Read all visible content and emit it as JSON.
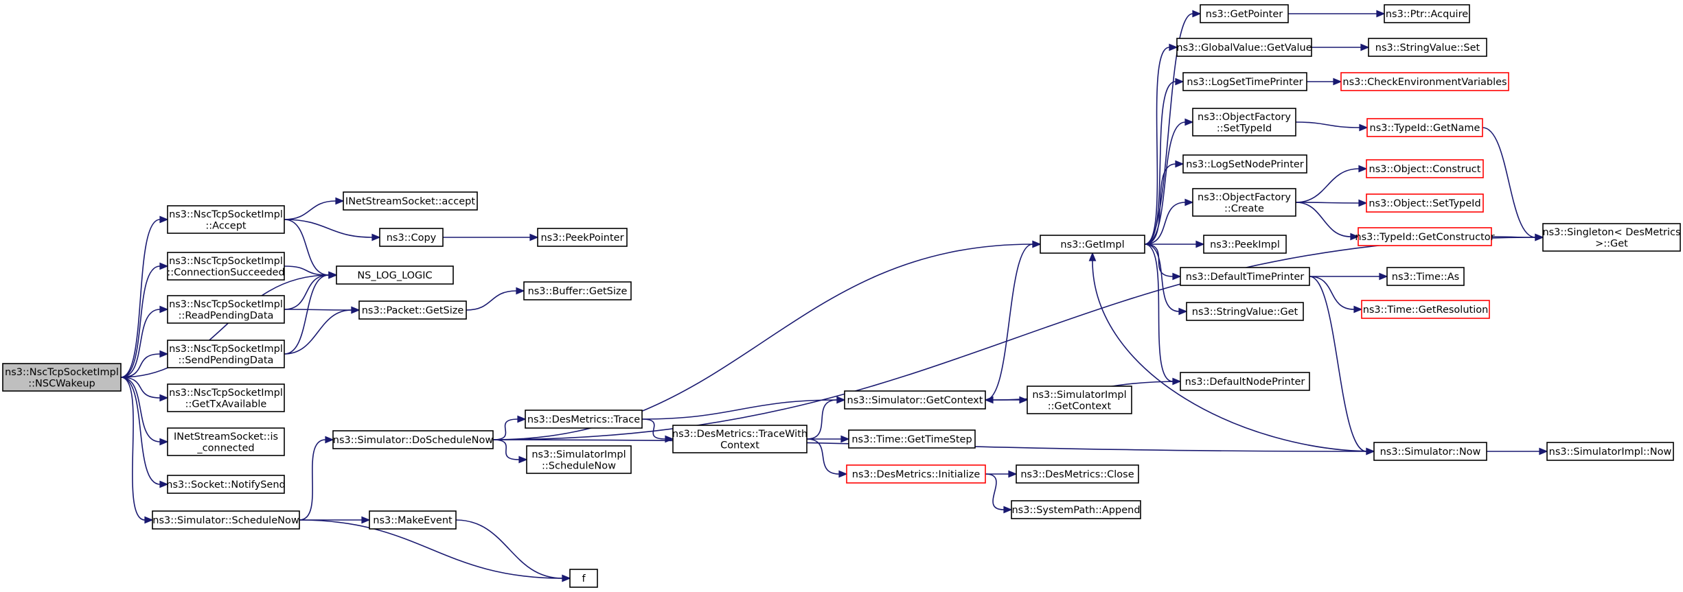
{
  "title": "",
  "colors": {
    "edge": "#191970",
    "root_fill": "#bfbfbf",
    "node_fill": "#ffffff",
    "node_border": "#000000",
    "truncated_border": "#ff0000"
  },
  "nodes": [
    {
      "id": "nsc_wakeup",
      "lines": [
        "ns3::NscTcpSocketImpl",
        "::NSCWakeup"
      ],
      "style": "root"
    },
    {
      "id": "accept",
      "lines": [
        "ns3::NscTcpSocketImpl",
        "::Accept"
      ],
      "style": "normal"
    },
    {
      "id": "conn_succeeded",
      "lines": [
        "ns3::NscTcpSocketImpl",
        "::ConnectionSucceeded"
      ],
      "style": "normal"
    },
    {
      "id": "read_pending",
      "lines": [
        "ns3::NscTcpSocketImpl",
        "::ReadPendingData"
      ],
      "style": "normal"
    },
    {
      "id": "send_pending",
      "lines": [
        "ns3::NscTcpSocketImpl",
        "::SendPendingData"
      ],
      "style": "normal"
    },
    {
      "id": "get_tx_available",
      "lines": [
        "ns3::NscTcpSocketImpl",
        "::GetTxAvailable"
      ],
      "style": "normal"
    },
    {
      "id": "is_connected",
      "lines": [
        "INetStreamSocket::is",
        "_connected"
      ],
      "style": "normal"
    },
    {
      "id": "notify_send",
      "lines": [
        "ns3::Socket::NotifySend"
      ],
      "style": "normal"
    },
    {
      "id": "schedule_now",
      "lines": [
        "ns3::Simulator::ScheduleNow"
      ],
      "style": "normal"
    },
    {
      "id": "inet_accept",
      "lines": [
        "INetStreamSocket::accept"
      ],
      "style": "normal"
    },
    {
      "id": "copy",
      "lines": [
        "ns3::Copy"
      ],
      "style": "normal"
    },
    {
      "id": "peek_pointer",
      "lines": [
        "ns3::PeekPointer"
      ],
      "style": "normal"
    },
    {
      "id": "ns_log_logic",
      "lines": [
        "NS_LOG_LOGIC"
      ],
      "style": "normal"
    },
    {
      "id": "packet_getsize",
      "lines": [
        "ns3::Packet::GetSize"
      ],
      "style": "normal"
    },
    {
      "id": "buffer_getsize",
      "lines": [
        "ns3::Buffer::GetSize"
      ],
      "style": "normal"
    },
    {
      "id": "do_schedule_now",
      "lines": [
        "ns3::Simulator::DoScheduleNow"
      ],
      "style": "normal"
    },
    {
      "id": "make_event",
      "lines": [
        "ns3::MakeEvent"
      ],
      "style": "normal"
    },
    {
      "id": "f",
      "lines": [
        "f"
      ],
      "style": "normal"
    },
    {
      "id": "desm_trace",
      "lines": [
        "ns3::DesMetrics::Trace"
      ],
      "style": "normal"
    },
    {
      "id": "simimpl_schedulenow",
      "lines": [
        "ns3::SimulatorImpl",
        "::ScheduleNow"
      ],
      "style": "normal"
    },
    {
      "id": "desm_tracewith",
      "lines": [
        "ns3::DesMetrics::TraceWith",
        "Context"
      ],
      "style": "normal"
    },
    {
      "id": "sim_getcontext",
      "lines": [
        "ns3::Simulator::GetContext"
      ],
      "style": "normal"
    },
    {
      "id": "time_gettimestep",
      "lines": [
        "ns3::Time::GetTimeStep"
      ],
      "style": "normal"
    },
    {
      "id": "desm_initialize",
      "lines": [
        "ns3::DesMetrics::Initialize"
      ],
      "style": "truncated"
    },
    {
      "id": "simimpl_getcontext",
      "lines": [
        "ns3::SimulatorImpl",
        "::GetContext"
      ],
      "style": "normal"
    },
    {
      "id": "desm_close",
      "lines": [
        "ns3::DesMetrics::Close"
      ],
      "style": "normal"
    },
    {
      "id": "systempath_append",
      "lines": [
        "ns3::SystemPath::Append"
      ],
      "style": "normal"
    },
    {
      "id": "getimpl",
      "lines": [
        "ns3::GetImpl"
      ],
      "style": "normal"
    },
    {
      "id": "getpointer",
      "lines": [
        "ns3::GetPointer"
      ],
      "style": "normal"
    },
    {
      "id": "gv_getvalue",
      "lines": [
        "ns3::GlobalValue::GetValue"
      ],
      "style": "normal"
    },
    {
      "id": "logsettimeprinter",
      "lines": [
        "ns3::LogSetTimePrinter"
      ],
      "style": "normal"
    },
    {
      "id": "of_settypeid",
      "lines": [
        "ns3::ObjectFactory",
        "::SetTypeId"
      ],
      "style": "normal"
    },
    {
      "id": "logsetnodeprinter",
      "lines": [
        "ns3::LogSetNodePrinter"
      ],
      "style": "normal"
    },
    {
      "id": "of_create",
      "lines": [
        "ns3::ObjectFactory",
        "::Create"
      ],
      "style": "normal"
    },
    {
      "id": "peekimpl",
      "lines": [
        "ns3::PeekImpl"
      ],
      "style": "normal"
    },
    {
      "id": "defaulttimeprinter",
      "lines": [
        "ns3::DefaultTimePrinter"
      ],
      "style": "normal"
    },
    {
      "id": "stringvalue_get",
      "lines": [
        "ns3::StringValue::Get"
      ],
      "style": "normal"
    },
    {
      "id": "defaultnodeprinter",
      "lines": [
        "ns3::DefaultNodePrinter"
      ],
      "style": "normal"
    },
    {
      "id": "ptr_acquire",
      "lines": [
        "ns3::Ptr::Acquire"
      ],
      "style": "normal"
    },
    {
      "id": "stringvalue_set",
      "lines": [
        "ns3::StringValue::Set"
      ],
      "style": "normal"
    },
    {
      "id": "checkenv",
      "lines": [
        "ns3::CheckEnvironmentVariables"
      ],
      "style": "truncated"
    },
    {
      "id": "typeid_getname",
      "lines": [
        "ns3::TypeId::GetName"
      ],
      "style": "truncated"
    },
    {
      "id": "object_construct",
      "lines": [
        "ns3::Object::Construct"
      ],
      "style": "truncated"
    },
    {
      "id": "object_settypeid",
      "lines": [
        "ns3::Object::SetTypeId"
      ],
      "style": "truncated"
    },
    {
      "id": "typeid_getconstructor",
      "lines": [
        "ns3::TypeId::GetConstructor"
      ],
      "style": "truncated"
    },
    {
      "id": "time_as",
      "lines": [
        "ns3::Time::As"
      ],
      "style": "normal"
    },
    {
      "id": "time_getresolution",
      "lines": [
        "ns3::Time::GetResolution"
      ],
      "style": "truncated"
    },
    {
      "id": "sim_now",
      "lines": [
        "ns3::Simulator::Now"
      ],
      "style": "normal"
    },
    {
      "id": "simimpl_now",
      "lines": [
        "ns3::SimulatorImpl::Now"
      ],
      "style": "normal"
    },
    {
      "id": "singleton_get",
      "lines": [
        "ns3::Singleton< DesMetrics",
        " >::Get"
      ],
      "style": "normal"
    }
  ],
  "edges": [
    [
      "nsc_wakeup",
      "accept"
    ],
    [
      "nsc_wakeup",
      "conn_succeeded"
    ],
    [
      "nsc_wakeup",
      "read_pending"
    ],
    [
      "nsc_wakeup",
      "send_pending"
    ],
    [
      "nsc_wakeup",
      "get_tx_available"
    ],
    [
      "nsc_wakeup",
      "is_connected"
    ],
    [
      "nsc_wakeup",
      "notify_send"
    ],
    [
      "nsc_wakeup",
      "schedule_now"
    ],
    [
      "nsc_wakeup",
      "ns_log_logic"
    ],
    [
      "accept",
      "inet_accept"
    ],
    [
      "accept",
      "copy"
    ],
    [
      "accept",
      "ns_log_logic"
    ],
    [
      "copy",
      "peek_pointer"
    ],
    [
      "conn_succeeded",
      "ns_log_logic"
    ],
    [
      "read_pending",
      "ns_log_logic"
    ],
    [
      "read_pending",
      "packet_getsize"
    ],
    [
      "send_pending",
      "ns_log_logic"
    ],
    [
      "send_pending",
      "packet_getsize"
    ],
    [
      "packet_getsize",
      "buffer_getsize"
    ],
    [
      "schedule_now",
      "do_schedule_now"
    ],
    [
      "schedule_now",
      "make_event"
    ],
    [
      "schedule_now",
      "f"
    ],
    [
      "make_event",
      "f"
    ],
    [
      "do_schedule_now",
      "desm_trace"
    ],
    [
      "do_schedule_now",
      "simimpl_schedulenow"
    ],
    [
      "do_schedule_now",
      "getimpl"
    ],
    [
      "do_schedule_now",
      "singleton_get"
    ],
    [
      "do_schedule_now",
      "sim_now"
    ],
    [
      "desm_trace",
      "sim_getcontext"
    ],
    [
      "desm_trace",
      "desm_tracewith"
    ],
    [
      "desm_tracewith",
      "sim_getcontext"
    ],
    [
      "desm_tracewith",
      "time_gettimestep"
    ],
    [
      "desm_tracewith",
      "desm_initialize"
    ],
    [
      "desm_initialize",
      "desm_close"
    ],
    [
      "desm_initialize",
      "systempath_append"
    ],
    [
      "sim_getcontext",
      "simimpl_getcontext"
    ],
    [
      "sim_getcontext",
      "getimpl"
    ],
    [
      "getimpl",
      "getpointer"
    ],
    [
      "getimpl",
      "gv_getvalue"
    ],
    [
      "getimpl",
      "logsettimeprinter"
    ],
    [
      "getimpl",
      "of_settypeid"
    ],
    [
      "getimpl",
      "logsetnodeprinter"
    ],
    [
      "getimpl",
      "of_create"
    ],
    [
      "getimpl",
      "peekimpl"
    ],
    [
      "getimpl",
      "defaulttimeprinter"
    ],
    [
      "getimpl",
      "stringvalue_get"
    ],
    [
      "getimpl",
      "defaultnodeprinter"
    ],
    [
      "getpointer",
      "ptr_acquire"
    ],
    [
      "gv_getvalue",
      "stringvalue_set"
    ],
    [
      "logsettimeprinter",
      "checkenv"
    ],
    [
      "of_settypeid",
      "typeid_getname"
    ],
    [
      "typeid_getname",
      "singleton_get"
    ],
    [
      "of_create",
      "object_construct"
    ],
    [
      "of_create",
      "object_settypeid"
    ],
    [
      "of_create",
      "typeid_getconstructor"
    ],
    [
      "typeid_getconstructor",
      "singleton_get"
    ],
    [
      "defaulttimeprinter",
      "time_as"
    ],
    [
      "defaulttimeprinter",
      "time_getresolution"
    ],
    [
      "defaulttimeprinter",
      "sim_now"
    ],
    [
      "defaultnodeprinter",
      "sim_getcontext"
    ],
    [
      "sim_now",
      "getimpl"
    ],
    [
      "sim_now",
      "simimpl_now"
    ]
  ]
}
